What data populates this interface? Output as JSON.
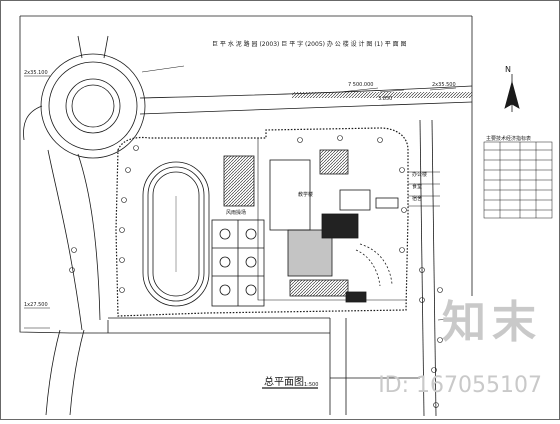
{
  "drawing": {
    "title": "总平面图",
    "scale": "1:500",
    "north_arrow": "N",
    "top_note": "巨 平 水 泥 路 园 (2003) 巨 平 字 (2005) 办 公 楼 设 计 图 (1) 平 面 图",
    "legend_header": "主要技术经济指标表",
    "benchmarks": [
      "7 500.000",
      "2x35.500",
      "3.850",
      "2x35.100",
      "1x27.500"
    ],
    "building_labels": [
      "教学楼",
      "风雨操场",
      "办公楼",
      "食堂",
      "宿舍"
    ],
    "colors": {
      "line": "#1a1a1a",
      "background": "#ffffff",
      "watermark": "#c9c9c9"
    }
  },
  "watermark": {
    "logo_text": "知末",
    "id_text": "ID: 167055107"
  }
}
